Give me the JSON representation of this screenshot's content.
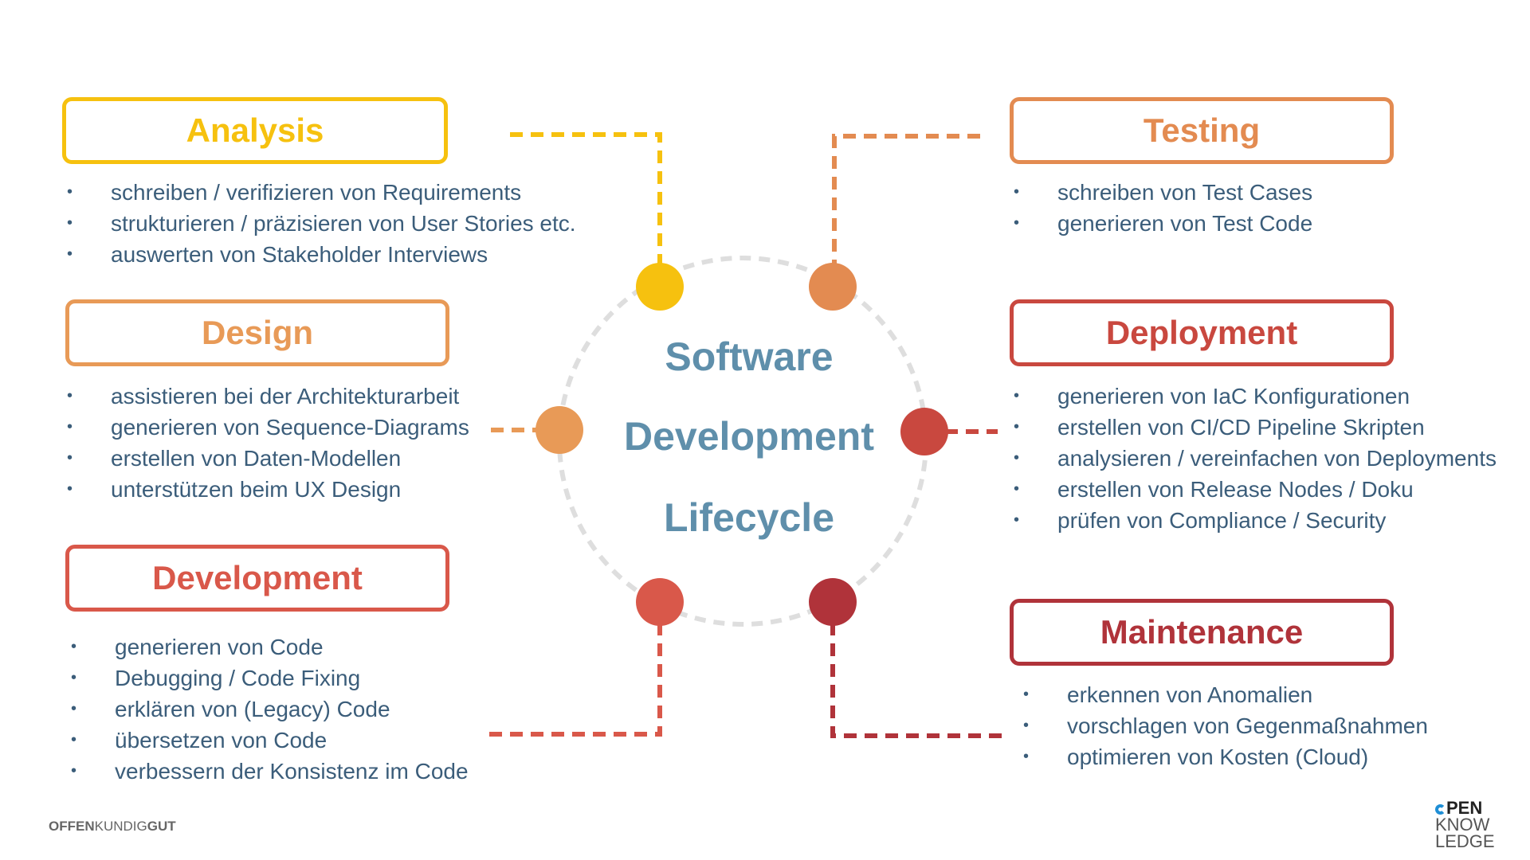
{
  "colors": {
    "analysis": "#f6c10f",
    "design": "#e89a57",
    "development": "#d9584a",
    "testing": "#e38b51",
    "deployment": "#c9483f",
    "maintenance": "#b0333a",
    "bullet_text": "#3b5d7a",
    "center_title": "#5f8fab",
    "ring": "#dedede"
  },
  "center": {
    "line1": "Software",
    "line2": "Development",
    "line3": "Lifecycle"
  },
  "phases": {
    "analysis": {
      "title": "Analysis",
      "items": [
        "schreiben / verifizieren von Requirements",
        "strukturieren / präzisieren von User Stories etc.",
        "auswerten von Stakeholder Interviews"
      ]
    },
    "design": {
      "title": "Design",
      "items": [
        "assistieren bei der Architekturarbeit",
        "generieren von Sequence-Diagrams",
        "erstellen von Daten-Modellen",
        "unterstützen beim UX Design"
      ]
    },
    "development": {
      "title": "Development",
      "items": [
        "generieren von Code",
        "Debugging / Code Fixing",
        "erklären von (Legacy) Code",
        "übersetzen von Code",
        "verbessern der Konsistenz im Code"
      ]
    },
    "testing": {
      "title": "Testing",
      "items": [
        "schreiben von Test Cases",
        "generieren von Test Code"
      ]
    },
    "deployment": {
      "title": "Deployment",
      "items": [
        "generieren von IaC Konfigurationen",
        "erstellen von CI/CD Pipeline Skripten",
        "analysieren / vereinfachen von Deployments",
        "erstellen von Release Nodes / Doku",
        "prüfen von Compliance / Security"
      ]
    },
    "maintenance": {
      "title": "Maintenance",
      "items": [
        "erkennen von Anomalien",
        "vorschlagen von Gegenmaßnahmen",
        "optimieren von Kosten (Cloud)"
      ]
    }
  },
  "bullet_glyph": "•",
  "footer": {
    "brand_offen": "OFFEN",
    "brand_kundig": "KUNDIG",
    "brand_gut": "GUT",
    "logo_line1": "PEN",
    "logo_line2": "KNOW",
    "logo_line3": "LEDGE"
  }
}
